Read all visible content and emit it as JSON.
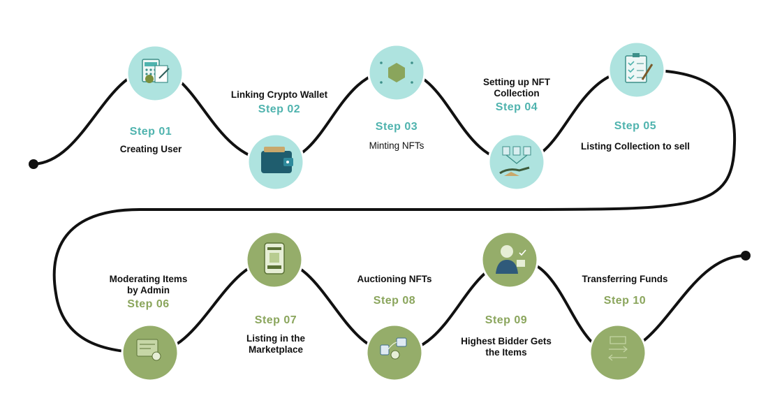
{
  "colors": {
    "teal": "#4fb3ae",
    "teal_fill": "#aee3df",
    "olive": "#8aa55c",
    "olive_fill": "#95ad6a",
    "line": "#111111"
  },
  "steps": [
    {
      "number": "Step 01",
      "title": "Creating User",
      "icon": "calculator-document-icon"
    },
    {
      "number": "Step 02",
      "title": "Linking Crypto Wallet",
      "icon": "wallet-icon"
    },
    {
      "number": "Step 03",
      "title": "Minting NFTs",
      "icon": "hexagon-token-icon"
    },
    {
      "number": "Step 04",
      "title_lines": [
        "Setting up NFT",
        "Collection"
      ],
      "icon": "collection-hand-icon"
    },
    {
      "number": "Step 05",
      "title": "Listing Collection to sell",
      "icon": "checklist-clipboard-icon"
    },
    {
      "number": "Step 06",
      "title_lines": [
        "Moderating Items",
        "by Admin"
      ],
      "icon": "admin-moderation-icon"
    },
    {
      "number": "Step 07",
      "title_lines": [
        "Listing in the",
        "Marketplace"
      ],
      "icon": "mobile-marketplace-icon"
    },
    {
      "number": "Step 08",
      "title": "Auctioning NFTs",
      "icon": "auction-tokens-icon"
    },
    {
      "number": "Step 09",
      "title_lines": [
        "Highest Bidder Gets",
        "the Items"
      ],
      "icon": "bidder-person-icon"
    },
    {
      "number": "Step 10",
      "title": "Transferring Funds",
      "icon": "funds-transfer-icon"
    }
  ]
}
